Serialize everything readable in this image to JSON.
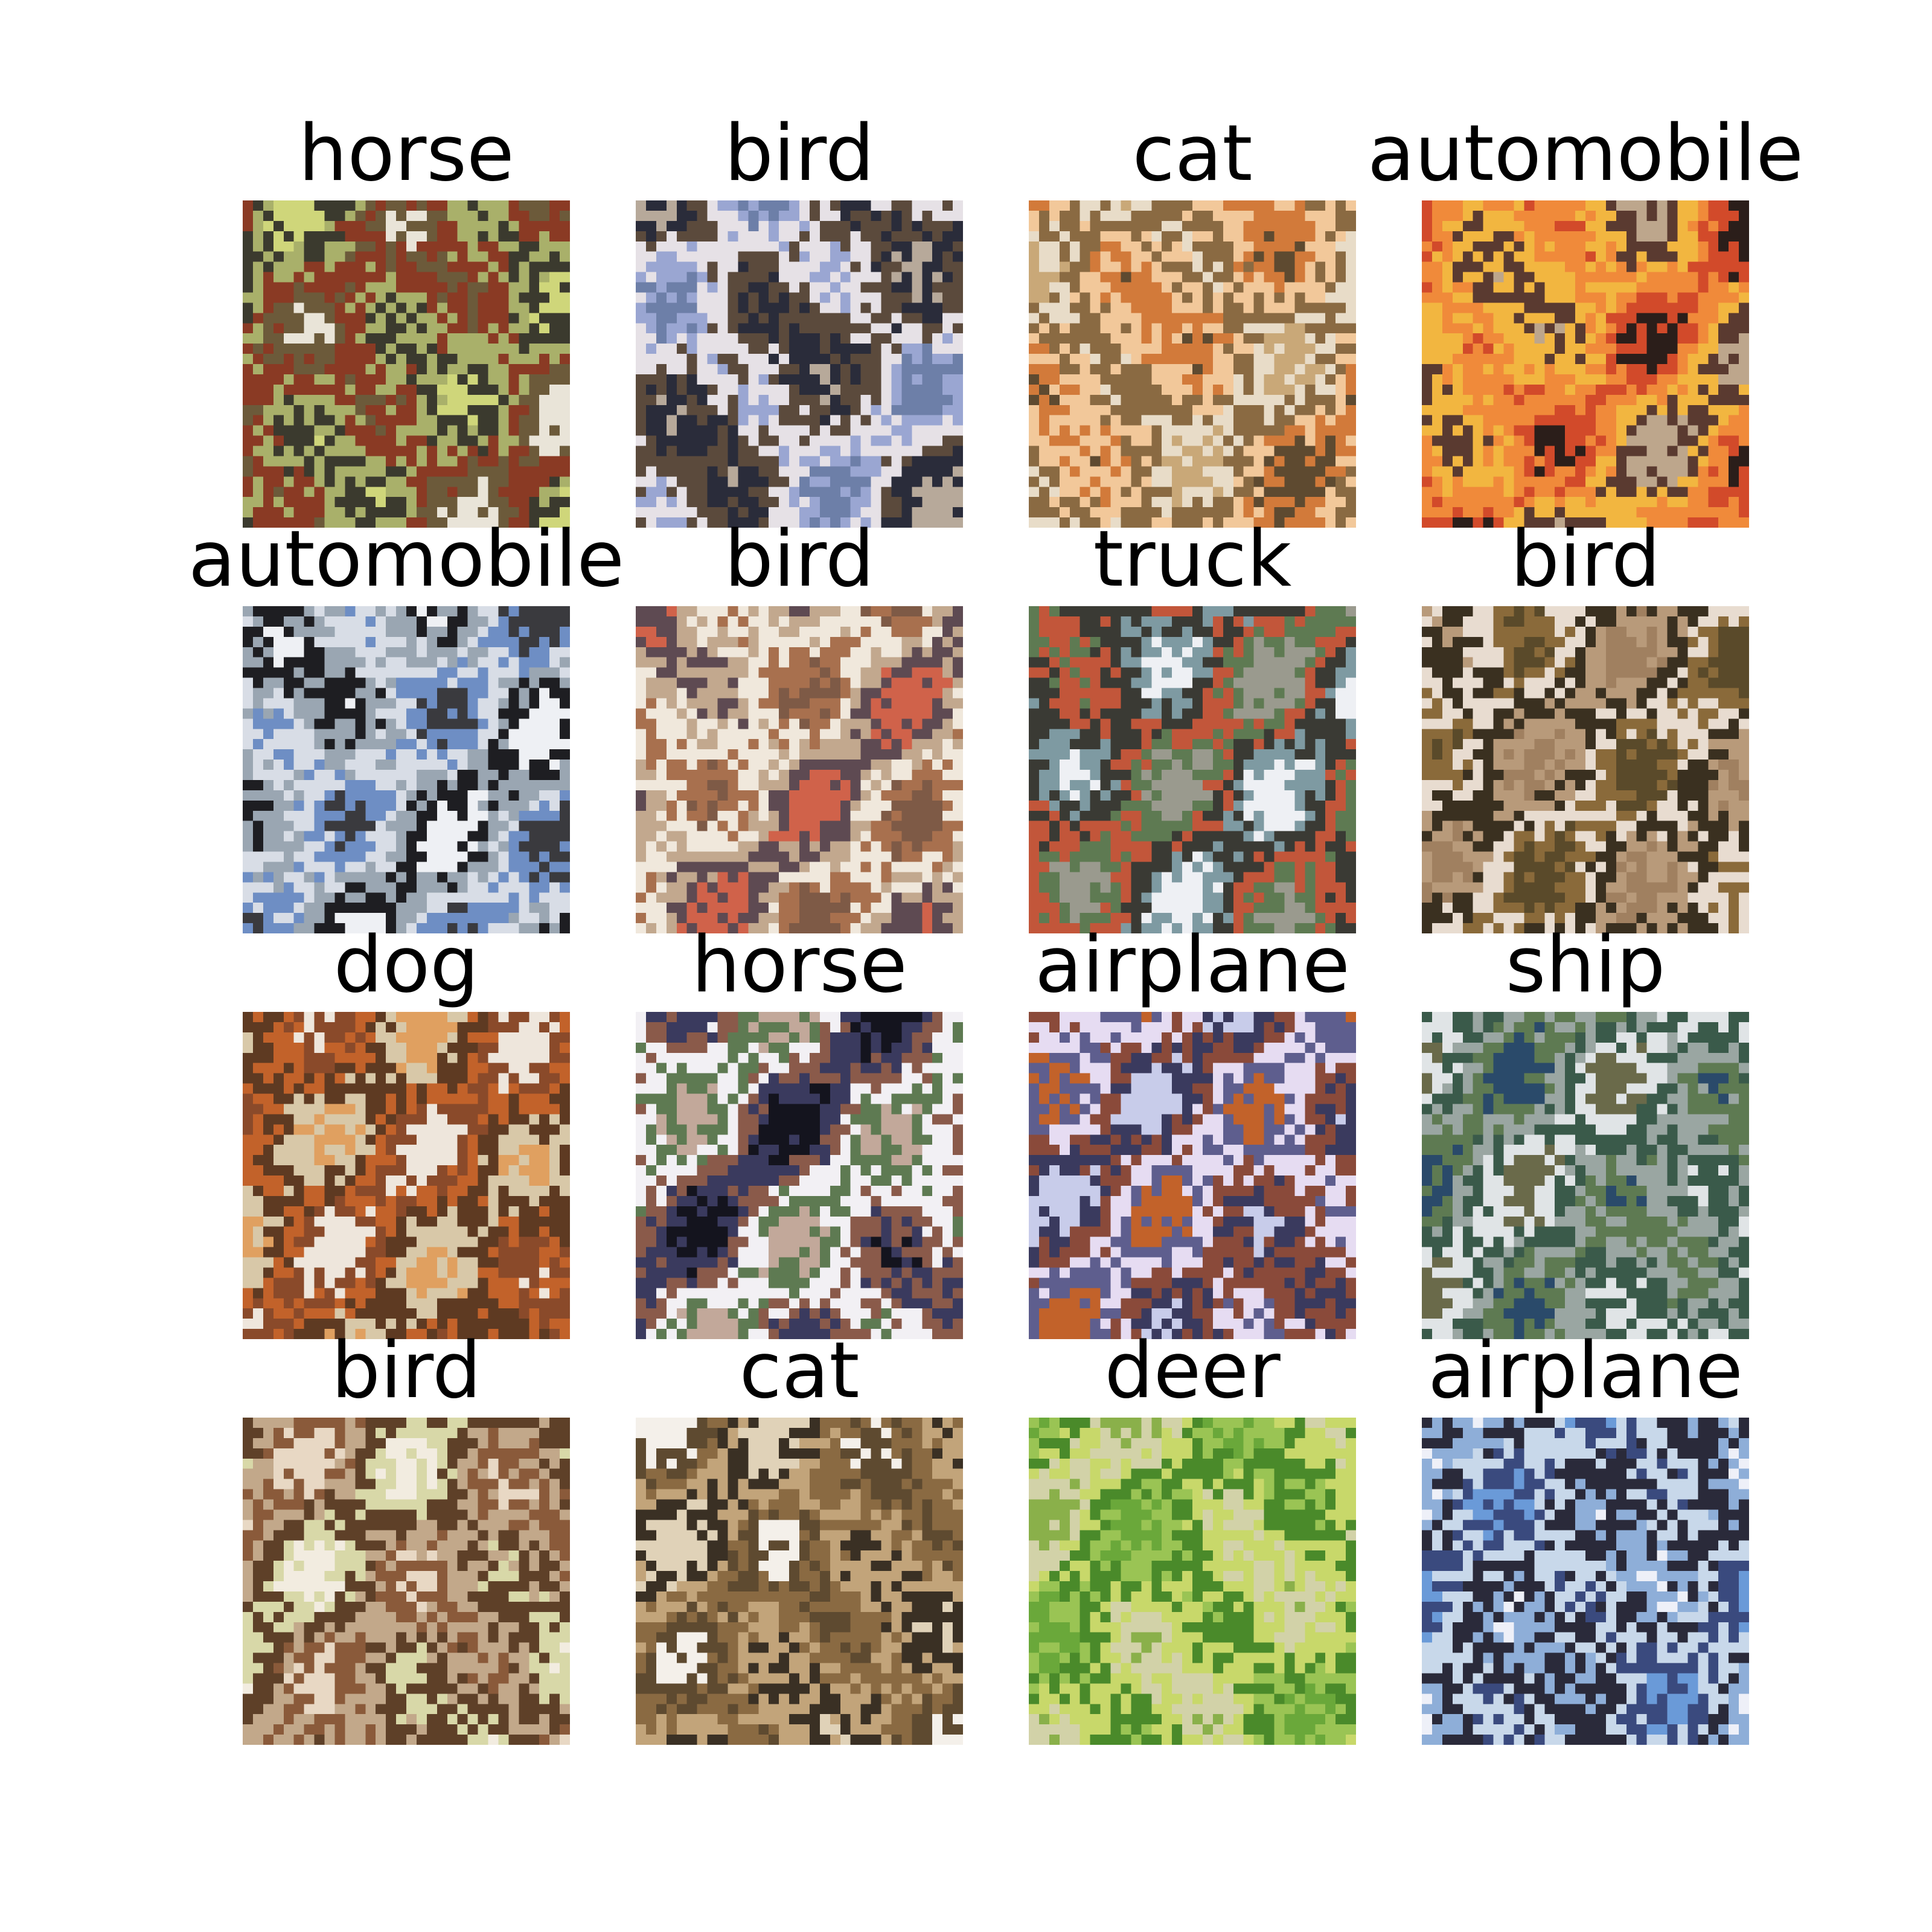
{
  "figure": {
    "images": [
      {
        "label": "horse",
        "palette": [
          "#e9e4d8",
          "#6c5a3a",
          "#8a3a24",
          "#a9b06a",
          "#3b3a2e",
          "#cfd67a"
        ]
      },
      {
        "label": "bird",
        "palette": [
          "#6d7fa8",
          "#9aa6d2",
          "#e6e1e6",
          "#5b4a3c",
          "#2a2c3a",
          "#b7a99a"
        ]
      },
      {
        "label": "cat",
        "palette": [
          "#c9a878",
          "#e8dcc8",
          "#8a6a42",
          "#f2c89a",
          "#d27a3a",
          "#5e4a30"
        ]
      },
      {
        "label": "automobile",
        "palette": [
          "#2b1e1a",
          "#d24a2a",
          "#f08a3a",
          "#f2b640",
          "#5a3a30",
          "#bda68c"
        ]
      },
      {
        "label": "automobile",
        "palette": [
          "#3a3a3e",
          "#6e8ec4",
          "#d8dde6",
          "#9aa6b2",
          "#1e1e22",
          "#eef0f4"
        ]
      },
      {
        "label": "bird",
        "palette": [
          "#7e5a46",
          "#a8704e",
          "#f0e8dc",
          "#c2a88e",
          "#5e4a52",
          "#d0624a"
        ]
      },
      {
        "label": "truck",
        "palette": [
          "#eef0f4",
          "#7e9aa2",
          "#3a3a34",
          "#c2563a",
          "#5e7a52",
          "#9a9a8e"
        ]
      },
      {
        "label": "bird",
        "palette": [
          "#5a4a2a",
          "#8a6a3a",
          "#e8dcd0",
          "#3a3020",
          "#b89a7a",
          "#a08060"
        ]
      },
      {
        "label": "dog",
        "palette": [
          "#eee6dc",
          "#8a4a2a",
          "#c2622a",
          "#5e3a22",
          "#d8c8a8",
          "#e0a060"
        ]
      },
      {
        "label": "horse",
        "palette": [
          "#14141e",
          "#3a3a5e",
          "#8a5a4a",
          "#f2f0f4",
          "#5e7a52",
          "#c2a89a"
        ]
      },
      {
        "label": "airplane",
        "palette": [
          "#c8ccea",
          "#3a3a5e",
          "#8a4a3a",
          "#e6dcf2",
          "#5e5e8e",
          "#c2622a"
        ]
      },
      {
        "label": "ship",
        "palette": [
          "#2a4a6a",
          "#5e7a52",
          "#9aa6a2",
          "#3a5a4a",
          "#e0e4e6",
          "#6a6a4a"
        ]
      },
      {
        "label": "bird",
        "palette": [
          "#e8d8c4",
          "#8a5a3a",
          "#c2a88a",
          "#5e4028",
          "#d8d8a8",
          "#f2ece0"
        ]
      },
      {
        "label": "cat",
        "palette": [
          "#f4f0ea",
          "#5e4a30",
          "#8a6a42",
          "#c2a47a",
          "#3a3024",
          "#e0d2b8"
        ]
      },
      {
        "label": "deer",
        "palette": [
          "#6aa83a",
          "#9ac454",
          "#4a8a2a",
          "#c8d86a",
          "#d2d2a8",
          "#8ab04a"
        ]
      },
      {
        "label": "airplane",
        "palette": [
          "#6a9ad8",
          "#3a4a7e",
          "#c8d8ea",
          "#2a2a3a",
          "#8eaed8",
          "#eef0f8"
        ]
      }
    ]
  }
}
